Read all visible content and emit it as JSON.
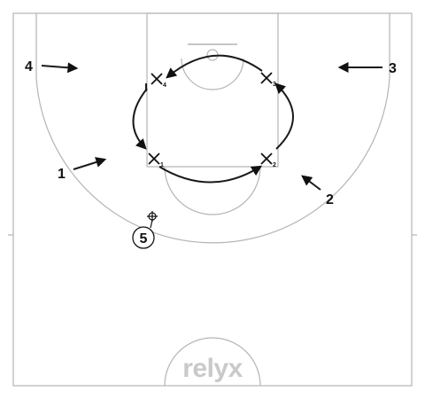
{
  "offense": {
    "p1": "1",
    "p2": "2",
    "p3": "3",
    "p4": "4",
    "p5": "5"
  },
  "defense": {
    "d1": "1",
    "d2": "2",
    "d3": "3",
    "d4": "4"
  },
  "watermark": "relyx",
  "colors": {
    "court_line": "#b4b4b4",
    "ink": "#111111",
    "watermark": "#c9c9c9"
  }
}
